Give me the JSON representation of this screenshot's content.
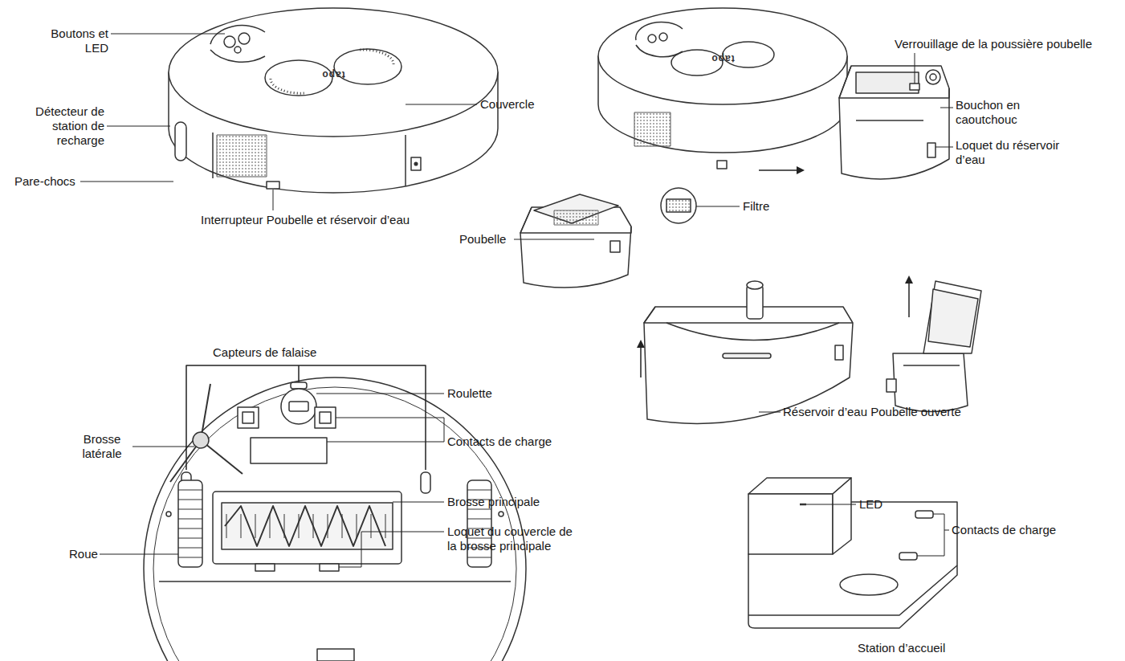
{
  "diagram": {
    "labels": [
      "Boutons et LED",
      "tapo",
      "Couvercle",
      "Détecteur de station de recharge",
      "Pare-chocs",
      "Interrupteur Poubelle et réservoir d’eau",
      "tapo",
      "Verrouillage de la poussière poubelle",
      "Bouchon en caoutchouc",
      "Loquet du réservoir d’eau",
      "Filtre",
      "Poubelle",
      "Réservoir d’eau Poubelle ouverte",
      "Capteurs de falaise",
      "Roulette",
      "Brosse latérale",
      "Contacts de charge",
      "Brosse principale",
      "Roue",
      "Loquet du couvercle de la brosse principale",
      "LED",
      "Contacts de charge",
      "Station d’accueil"
    ]
  }
}
